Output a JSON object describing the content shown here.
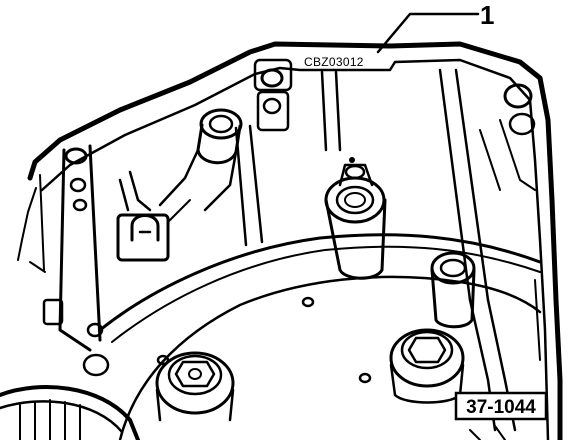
{
  "figure": {
    "part_stamp": "CBZ03012",
    "callout_label": "1",
    "figure_number": "37-1044"
  }
}
